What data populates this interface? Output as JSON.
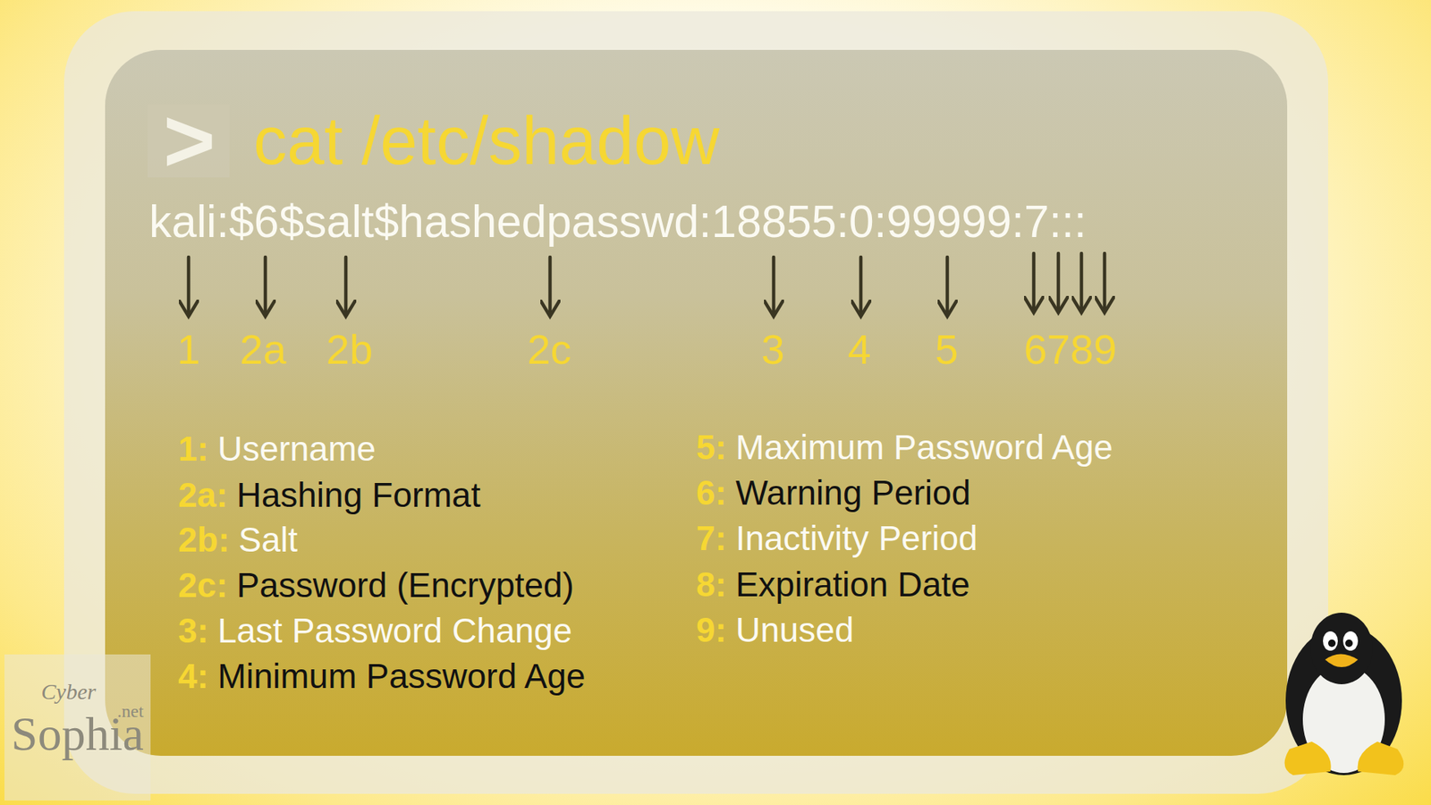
{
  "diagram": {
    "title": "cat /etc/shadow",
    "labels": [
      ">",
      "kali:$6$salt$hashedpasswd:18855:0:99999:7:::",
      "1",
      "2a",
      "2b",
      "2c",
      "3",
      "4",
      "5",
      "6789",
      "1:",
      "Username",
      "2a:",
      "Hashing Format",
      "2b:",
      "Salt",
      "2c:",
      "Password (Encrypted)",
      "3:",
      "Last Password Change",
      "4:",
      "Minimum Password Age",
      "5:",
      "Maximum Password Age",
      "6:",
      "Warning Period",
      "7:",
      "Inactivity Period",
      "8:",
      "Expiration Date",
      "9:",
      "Unused",
      "Cyber",
      "Sophia",
      ".net"
    ]
  }
}
